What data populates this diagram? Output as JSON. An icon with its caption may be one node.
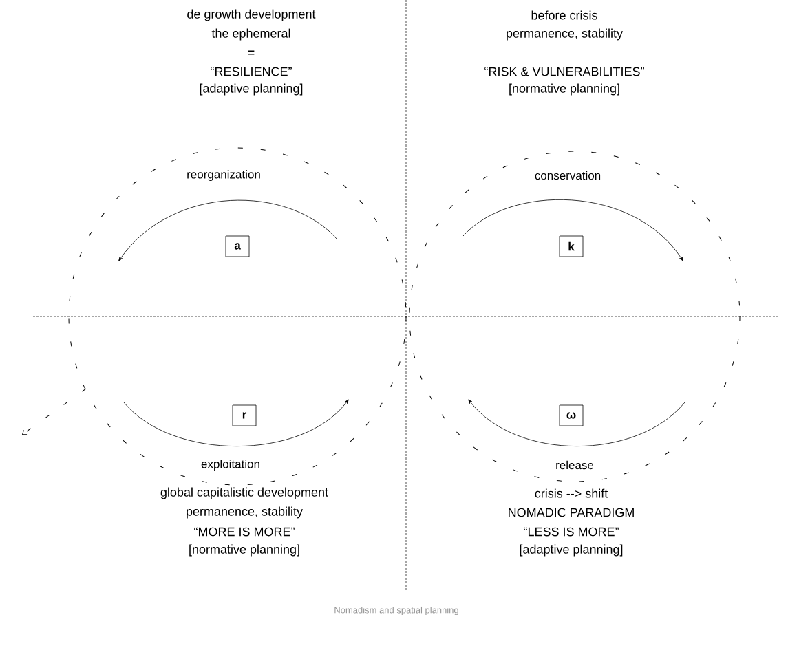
{
  "diagram": {
    "caption": "Nomadism and spatial planning",
    "nodes": [
      {
        "text": [
          "a"
        ]
      },
      {
        "text": [
          "k"
        ]
      },
      {
        "text": [
          "r"
        ]
      },
      {
        "text": [
          "ω"
        ]
      }
    ],
    "labels": [
      "de growth development",
      "the ephemeral",
      "=",
      "“RESILIENCE”",
      "[adaptive planning]",
      "before crisis",
      "permanence, stability",
      "“RISK & VULNERABILITIES”",
      "[normative planning]",
      "reorganization",
      "conservation",
      "exploitation",
      "release",
      "global capitalistic development",
      "permanence, stability",
      "“MORE IS MORE”",
      "[normative planning]",
      "crisis --> shift",
      "NOMADIC PARADIGM",
      "“LESS IS MORE”",
      "[adaptive planning]"
    ]
  }
}
